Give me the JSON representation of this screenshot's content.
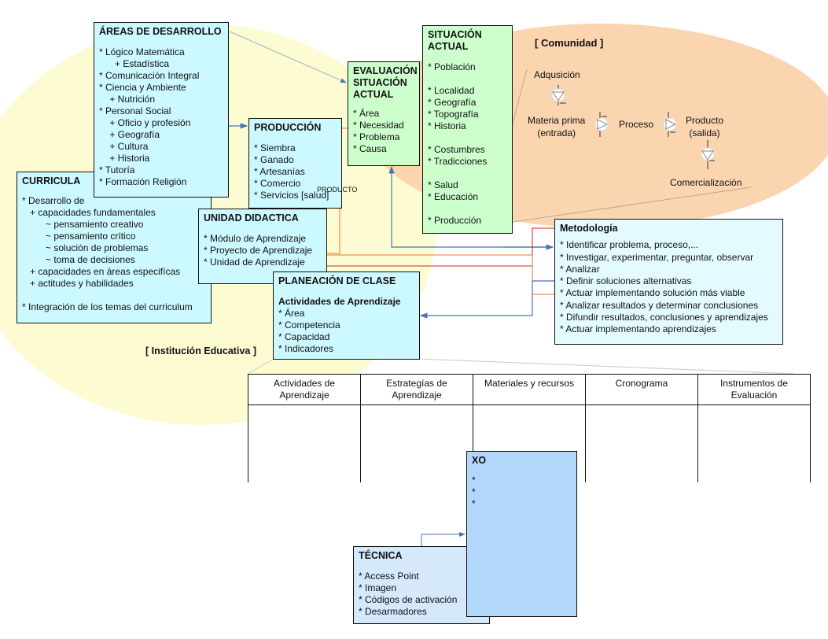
{
  "colors": {
    "institution_ellipse": "#fdfbd2",
    "community_ellipse": "#fbd5b0",
    "connector_blue": "#4a72b8",
    "connector_orange": "#e87a2a",
    "connector_red": "#d02020"
  },
  "regions": {
    "community": "[ Comunidad ]",
    "institution": "[ Institución Educativa ]"
  },
  "areas": {
    "title": "ÁREAS DE DESARROLLO",
    "items": [
      "* Lógico Matemática",
      "      + Estadística",
      "* Comunicación Integral",
      "* Ciencia y Ambiente",
      "    + Nutrición",
      "* Personal Social",
      "    + Oficio y profesión",
      "    + Geografía",
      "    + Cultura",
      "    + Historia",
      "* Tutoría",
      "* Formación Religión"
    ]
  },
  "curricula": {
    "title": "CURRICULA",
    "items": [
      "* Desarrollo de",
      "   + capacidades fundamentales",
      "         ~ pensamiento creativo",
      "         ~ pensamiento crítico",
      "         ~ solución de problemas",
      "         ~ toma de decisiones",
      "   + capacidades en áreas especifícas",
      "   + actitudes y habilidades",
      "",
      "* Integración de los temas del curriculum"
    ]
  },
  "produccion": {
    "title": "PRODUCCIÓN",
    "items": [
      "* Siembra",
      "* Ganado",
      "* Artesanías",
      "* Comercio",
      "* Servicios [salud]"
    ]
  },
  "producto_label": "PRODUCTO",
  "unidad": {
    "title": "UNIDAD DIDACTICA",
    "items": [
      "* Módulo de Aprendizaje",
      "* Proyecto de Aprendizaje",
      "* Unidad de Aprendizaje"
    ]
  },
  "planeacion": {
    "title": "PLANEACIÓN DE CLASE",
    "subtitle": "Actividades de Aprendizaje",
    "items": [
      "* Área",
      "* Competencia",
      "* Capacidad",
      "* Indicadores"
    ]
  },
  "evaluacion": {
    "title": "EVALUACIÓN\nSITUACIÓN\nACTUAL",
    "items": [
      "* Área",
      "* Necesidad",
      "* Problema",
      "* Causa"
    ]
  },
  "situacion": {
    "title": "SITUACIÓN\nACTUAL",
    "items": [
      "* Población",
      "",
      "* Localidad",
      "* Geografía",
      "* Topografía",
      "* Historia",
      "",
      "* Costumbres",
      "* Tradicciones",
      "",
      "* Salud",
      "* Educación",
      "",
      "* Producción"
    ]
  },
  "process": {
    "adquisicion": "Adqusición",
    "materia": "Materia prima\n(entrada)",
    "proceso": "Proceso",
    "producto": "Producto\n(salida)",
    "comercializacion": "Comercialización"
  },
  "metodologia": {
    "title": "Metodología",
    "items": [
      "* Identificar problema, proceso,...",
      "* Investigar, experimentar, preguntar, observar",
      "* Analizar",
      "* Definir soluciones alternativas",
      "* Actuar implementando solución más viable",
      "* Analizar resultados y determinar conclusiones",
      "* Difundir resultados, conclusiones y aprendizajes",
      "* Actuar implementando aprendizajes"
    ]
  },
  "table": {
    "headers": [
      "Actividades de\nAprendizaje",
      "Estrategías de\nAprendizaje",
      "Materiales y recursos",
      "Cronograma",
      "Instrumentos de\nEvaluación"
    ]
  },
  "xo": {
    "title": "XO",
    "items": [
      "*",
      "*",
      "*"
    ]
  },
  "tecnica": {
    "title": "TÉCNICA",
    "items": [
      "* Access Point",
      "* Imagen",
      "* Códigos de activación",
      "* Desarmadores"
    ]
  }
}
